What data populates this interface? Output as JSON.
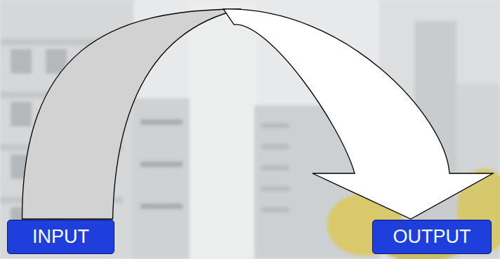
{
  "diagram": {
    "nodes": [
      {
        "text": [
          "INPUT"
        ]
      },
      {
        "text": [
          "OUTPUT"
        ]
      }
    ],
    "edges": [
      {
        "from": 0,
        "to": 1,
        "arrow": "to"
      }
    ]
  }
}
